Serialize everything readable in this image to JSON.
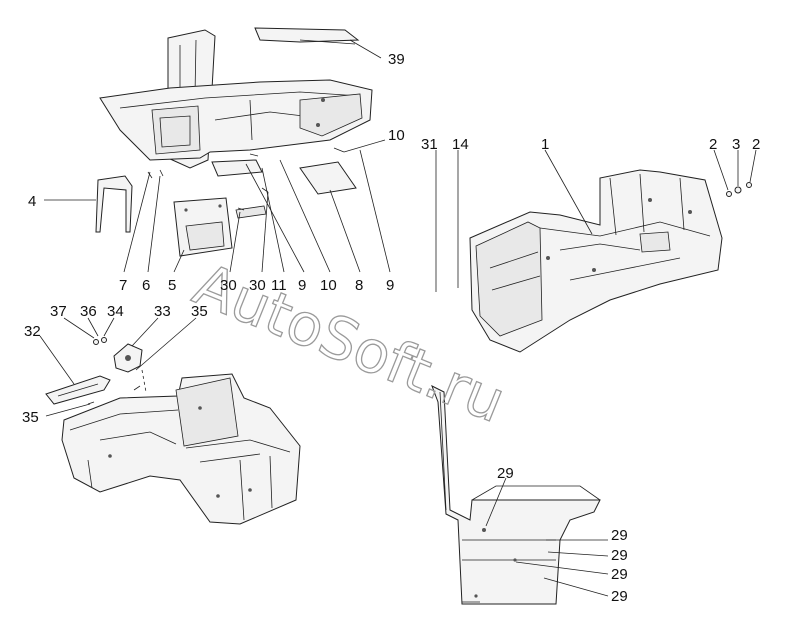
{
  "callouts": [
    {
      "id": "c39",
      "text": "39"
    },
    {
      "id": "c10a",
      "text": "10"
    },
    {
      "id": "c31",
      "text": "31"
    },
    {
      "id": "c14",
      "text": "14"
    },
    {
      "id": "c1",
      "text": "1"
    },
    {
      "id": "c2a",
      "text": "2"
    },
    {
      "id": "c3",
      "text": "3"
    },
    {
      "id": "c2b",
      "text": "2"
    },
    {
      "id": "c4",
      "text": "4"
    },
    {
      "id": "c7",
      "text": "7"
    },
    {
      "id": "c6",
      "text": "6"
    },
    {
      "id": "c5",
      "text": "5"
    },
    {
      "id": "c30a",
      "text": "30"
    },
    {
      "id": "c30b",
      "text": "30"
    },
    {
      "id": "c11",
      "text": "11"
    },
    {
      "id": "c9a",
      "text": "9"
    },
    {
      "id": "c10b",
      "text": "10"
    },
    {
      "id": "c8",
      "text": "8"
    },
    {
      "id": "c9b",
      "text": "9"
    },
    {
      "id": "c37",
      "text": "37"
    },
    {
      "id": "c36",
      "text": "36"
    },
    {
      "id": "c34",
      "text": "34"
    },
    {
      "id": "c33",
      "text": "33"
    },
    {
      "id": "c35a",
      "text": "35"
    },
    {
      "id": "c32",
      "text": "32"
    },
    {
      "id": "c35b",
      "text": "35"
    },
    {
      "id": "c29a",
      "text": "29"
    },
    {
      "id": "c29b",
      "text": "29"
    },
    {
      "id": "c29c",
      "text": "29"
    },
    {
      "id": "c29d",
      "text": "29"
    },
    {
      "id": "c29e",
      "text": "29"
    }
  ],
  "watermark": "AutoSoft.ru"
}
